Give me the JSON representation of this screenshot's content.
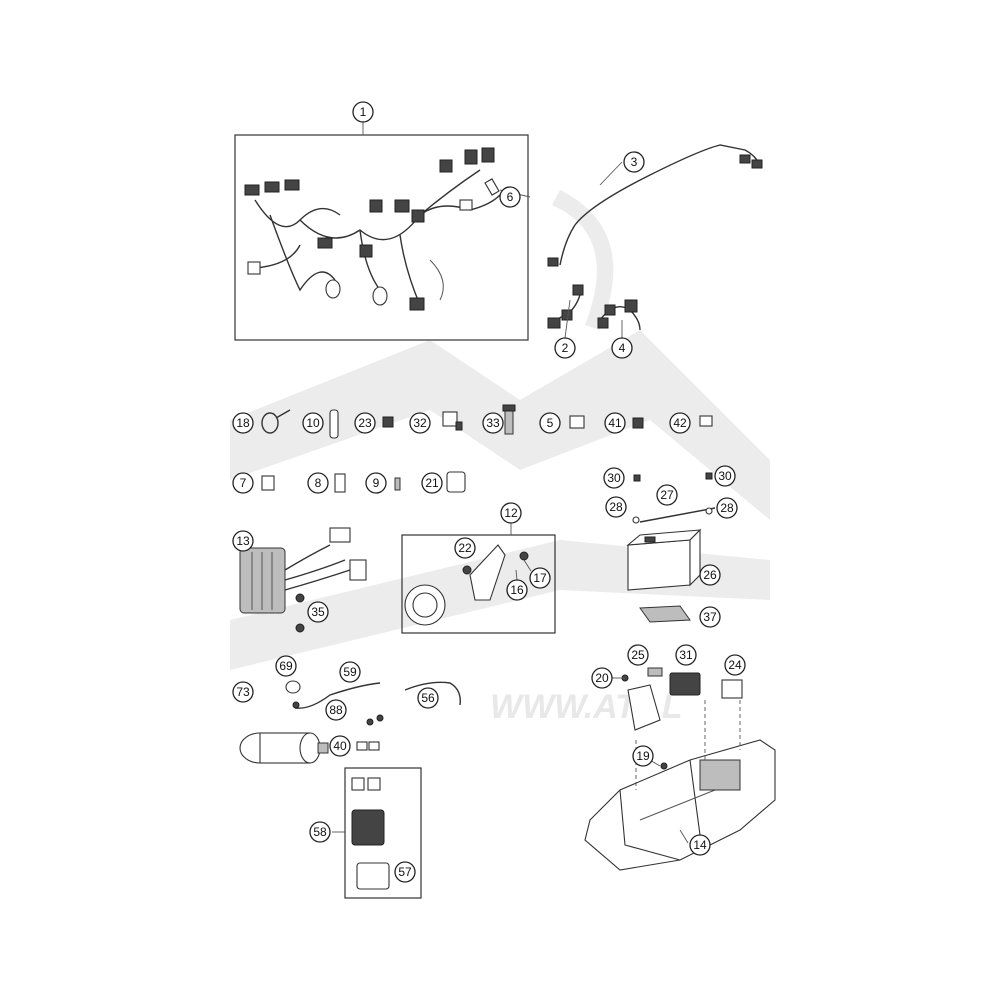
{
  "watermark": {
    "text": "WWW.AT...L"
  },
  "callouts": {
    "c1": "1",
    "c2": "2",
    "c3": "3",
    "c4": "4",
    "c5": "5",
    "c6": "6",
    "c7": "7",
    "c8": "8",
    "c9": "9",
    "c10": "10",
    "c12": "12",
    "c13": "13",
    "c14": "14",
    "c16": "16",
    "c17": "17",
    "c18": "18",
    "c19": "19",
    "c20": "20",
    "c21": "21",
    "c22": "22",
    "c23": "23",
    "c24": "24",
    "c25": "25",
    "c26": "26",
    "c27": "27",
    "c28a": "28",
    "c28b": "28",
    "c30a": "30",
    "c30b": "30",
    "c31": "31",
    "c32": "32",
    "c33": "33",
    "c35": "35",
    "c37": "37",
    "c40": "40",
    "c41": "41",
    "c42": "42",
    "c56": "56",
    "c57": "57",
    "c58": "58",
    "c59": "59",
    "c69": "69",
    "c73": "73",
    "c88": "88"
  }
}
